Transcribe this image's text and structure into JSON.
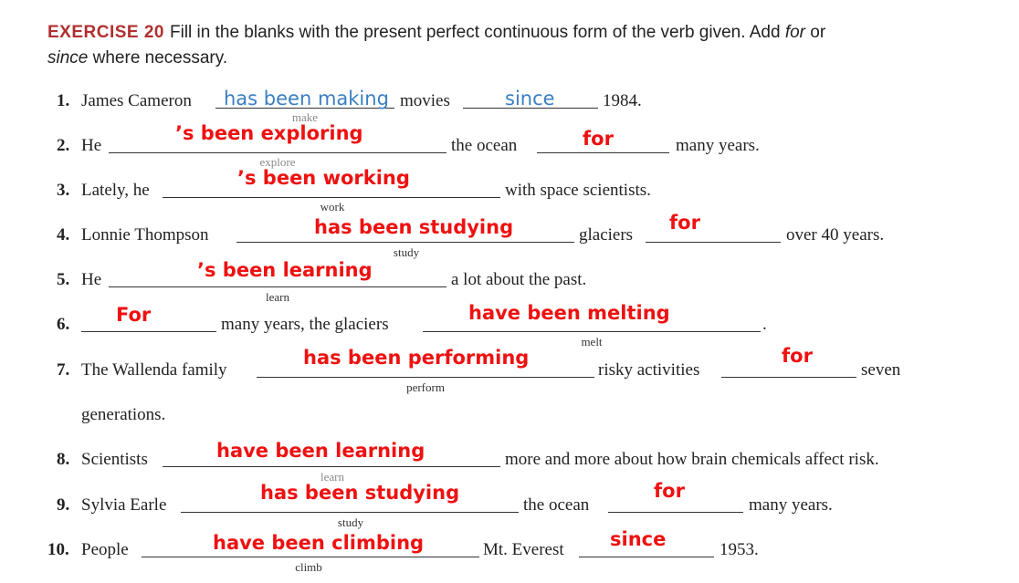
{
  "header": {
    "exercise_label": "EXERCISE 20",
    "instruction_part1": "Fill in the blanks with the present perfect continuous form of the verb given. Add ",
    "for_word": "for",
    "instruction_part2": " or",
    "since_word": "since",
    "instruction_part3": " where necessary."
  },
  "colors": {
    "exercise_label": "#b0302f",
    "answer_red": "#ee1111",
    "answer_blue": "#3a7fc1"
  },
  "items": [
    {
      "number": "1.",
      "segments": [
        "James Cameron",
        "movies",
        "1984."
      ],
      "hint": "make",
      "answers": [
        "has been making",
        "since"
      ]
    },
    {
      "number": "2.",
      "segments": [
        "He",
        "the ocean",
        "many years."
      ],
      "hint": "explore",
      "answers": [
        "’s been exploring",
        "for"
      ]
    },
    {
      "number": "3.",
      "segments": [
        "Lately, he",
        "with space scientists."
      ],
      "hint": "work",
      "answers": [
        "’s been working"
      ]
    },
    {
      "number": "4.",
      "segments": [
        "Lonnie Thompson",
        "glaciers",
        "over 40 years."
      ],
      "hint": "study",
      "answers": [
        "has been studying",
        "for"
      ]
    },
    {
      "number": "5.",
      "segments": [
        "He",
        "a lot about the past."
      ],
      "hint": "learn",
      "answers": [
        "’s been learning"
      ]
    },
    {
      "number": "6.",
      "segments": [
        "many years, the glaciers",
        "."
      ],
      "hint": "melt",
      "answers": [
        "For",
        "have been melting"
      ]
    },
    {
      "number": "7.",
      "segments": [
        "The Wallenda family",
        "risky activities",
        "seven",
        "generations."
      ],
      "hint": "perform",
      "answers": [
        "has been performing",
        "for"
      ]
    },
    {
      "number": "8.",
      "segments": [
        "Scientists",
        "more and more about how brain chemicals affect risk."
      ],
      "hint": "learn",
      "answers": [
        "have been learning"
      ]
    },
    {
      "number": "9.",
      "segments": [
        "Sylvia Earle",
        "the ocean",
        "many years."
      ],
      "hint": "study",
      "answers": [
        "has been studying",
        "for"
      ]
    },
    {
      "number": "10.",
      "segments": [
        "People",
        "Mt. Everest",
        "1953."
      ],
      "hint": "climb",
      "answers": [
        "have been climbing",
        "since"
      ]
    }
  ]
}
